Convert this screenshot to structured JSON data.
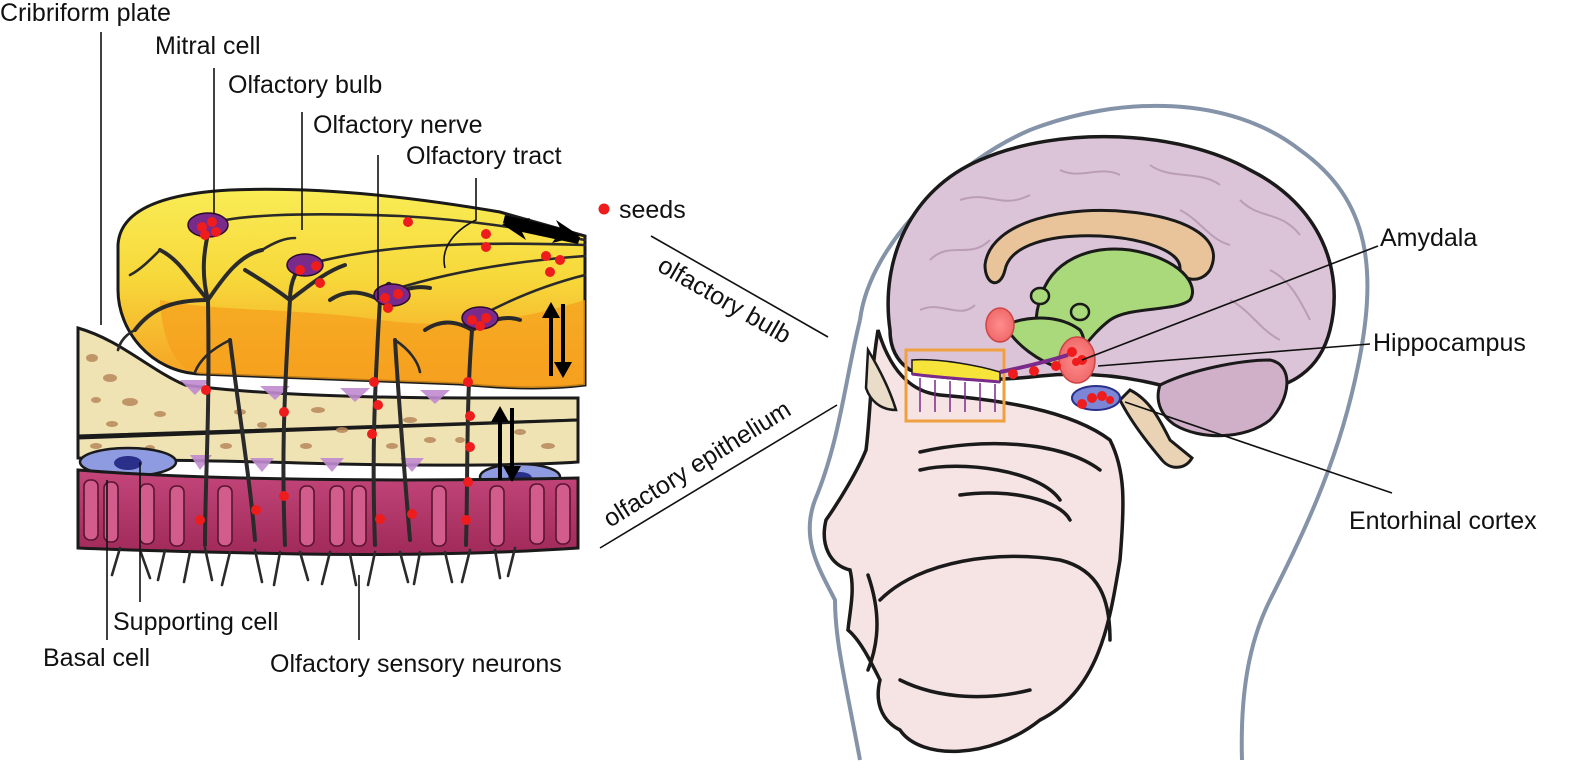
{
  "labels": {
    "cribriform_plate": "Cribriform plate",
    "mitral_cell": "Mitral cell",
    "olfactory_bulb": "Olfactory bulb",
    "olfactory_nerve": "Olfactory nerve",
    "olfactory_tract": "Olfactory tract",
    "seeds": "seeds",
    "supporting_cell": "Supporting cell",
    "basal_cell": "Basal cell",
    "olfactory_sensory_neurons": "Olfactory sensory neurons",
    "olfactory_bulb_link": "olfactory bulb",
    "olfactory_epithelium_link": "olfactory epithelium",
    "amygdala": "Amydala",
    "hippocampus": "Hippocampus",
    "entorhinal_cortex": "Entorhinal cortex"
  },
  "colors": {
    "seed": "#ee1c1c",
    "bulb_yellow": "#f7e43a",
    "bulb_orange": "#f6a21c",
    "bone": "#efe3b4",
    "bone_pore": "#b8895c",
    "epithelium": "#b73a6c",
    "neuron_purple": "#7a2a8a",
    "basal_blue": "#8f9be0",
    "brain": "#dcc4d8",
    "limbic_green": "#a9d97a",
    "corpus_callosum": "#e9c49a",
    "head_outline": "#8593a8",
    "face_skin": "#f6e3e3",
    "highlight_box": "#f0a040"
  },
  "icons": {
    "up_down_arrow": "double-arrow-icon",
    "bidirectional_arrow": "bidirectional-arrow-icon"
  }
}
